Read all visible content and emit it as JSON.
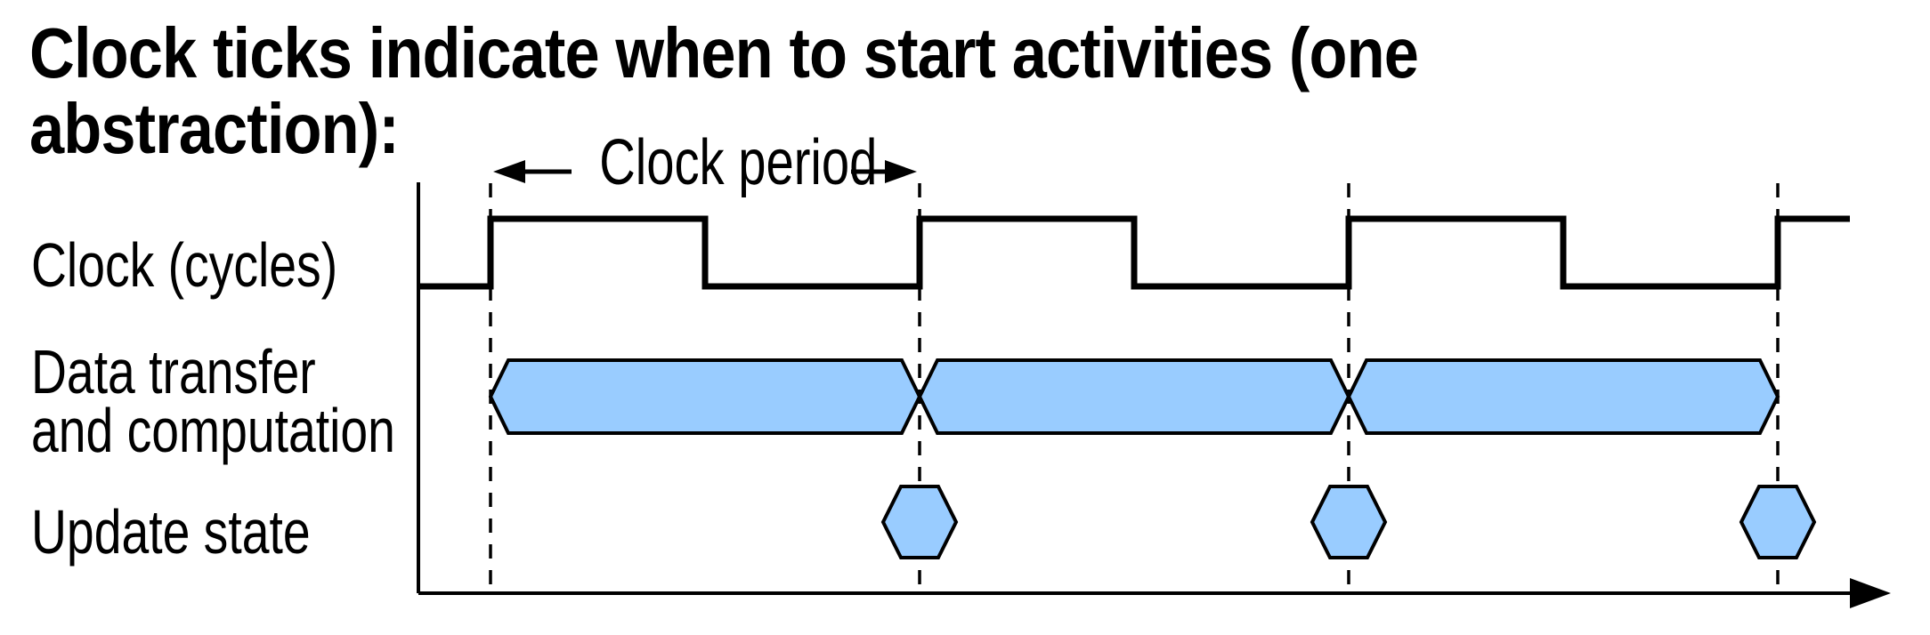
{
  "title": {
    "line1": "Clock ticks indicate when to start activities (one",
    "line2": "abstraction):"
  },
  "annotation": {
    "clock_period": "Clock period"
  },
  "rows": {
    "clock": {
      "label": "Clock (cycles)"
    },
    "data": {
      "label_line1": "Data transfer",
      "label_line2": "and computation"
    },
    "update": {
      "label": "Update state"
    }
  },
  "colors": {
    "shape_fill": "#99CCFF",
    "shape_stroke": "#000000",
    "line_color": "#000000",
    "background": "#FFFFFF"
  },
  "diagram": {
    "type": "clock-timing-diagram",
    "dashed_tick_lines": 4,
    "clock_pulses_shown": 3.5,
    "clock_duty_cycle_percent": 50,
    "clock_rising_edges_on_dashed_lines": true,
    "data_transfer_segments": 3,
    "data_transfer_segments_span": "one full clock period each, pinched at dashed lines",
    "update_state_events": 3,
    "update_state_events_centered_on_dashed_lines": "2nd, 3rd and 4th"
  }
}
